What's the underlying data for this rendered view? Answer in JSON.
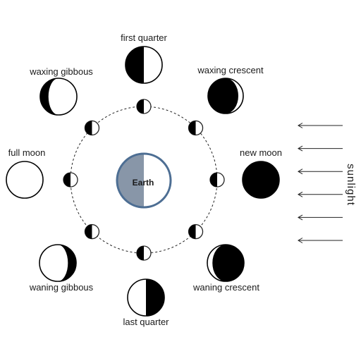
{
  "center": {
    "label": "Earth",
    "lit_color": "#ffffff",
    "dark_color": "#8896a8",
    "ring_color": "#4d6e93"
  },
  "sunlight": {
    "label": "sunlight",
    "arrow_count": 6
  },
  "orbit_moon_count": 8,
  "phases": [
    {
      "id": "new-moon",
      "label": "new moon"
    },
    {
      "id": "waxing-crescent",
      "label": "waxing crescent"
    },
    {
      "id": "first-quarter",
      "label": "first quarter"
    },
    {
      "id": "waxing-gibbous",
      "label": "waxing gibbous"
    },
    {
      "id": "full-moon",
      "label": "full moon"
    },
    {
      "id": "waning-gibbous",
      "label": "waning gibbous"
    },
    {
      "id": "last-quarter",
      "label": "last quarter"
    },
    {
      "id": "waning-crescent",
      "label": "waning crescent"
    }
  ]
}
